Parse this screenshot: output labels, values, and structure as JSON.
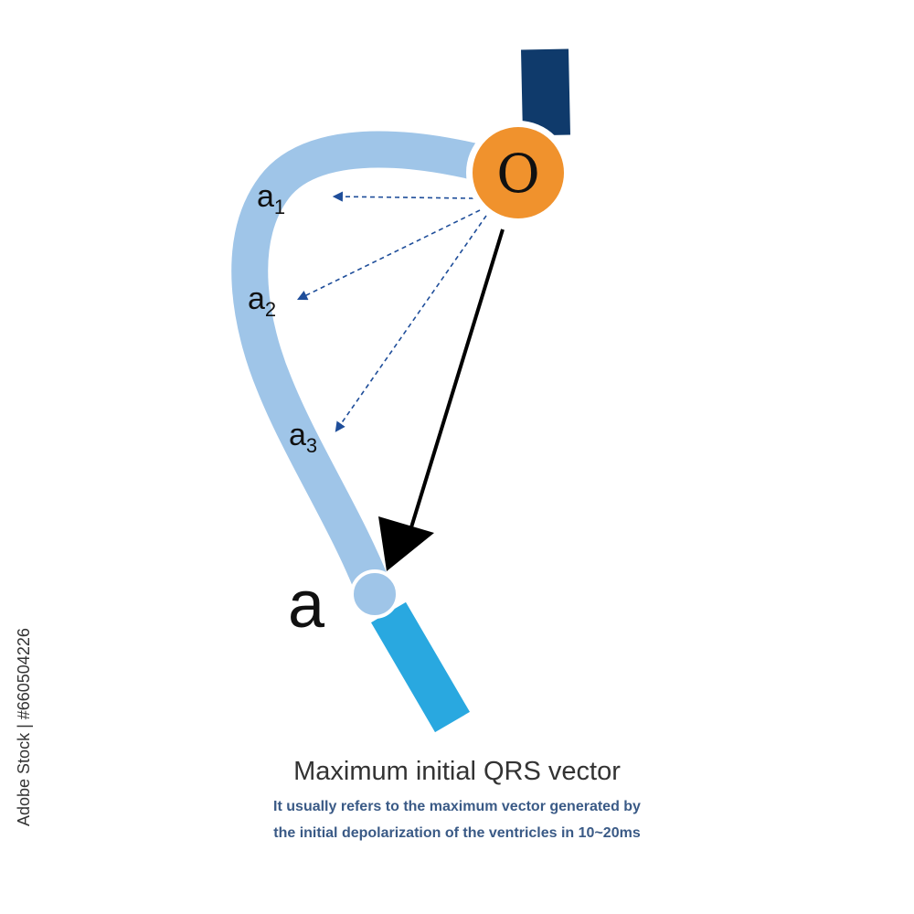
{
  "diagram": {
    "origin_label": "O",
    "points": [
      {
        "main": "a",
        "sub": "1"
      },
      {
        "main": "a",
        "sub": "2"
      },
      {
        "main": "a",
        "sub": "3"
      }
    ],
    "max_point_label": "a"
  },
  "caption": {
    "title": "Maximum initial QRS vector",
    "description_line1": "It usually refers to the maximum vector generated by",
    "description_line2": "the initial depolarization of the ventricles in 10~20ms"
  },
  "watermark": {
    "id_text": "Adobe Stock | #660504226"
  },
  "colors": {
    "loop_light_blue": "#9fc5e8",
    "loop_tail_blue": "#29a8e0",
    "entry_dark_blue": "#0f3a6b",
    "origin_orange": "#f0922d",
    "dashed_arrow_blue": "#1f4e9a",
    "main_arrow_black": "#000000",
    "caption_text_gray": "#333333",
    "caption_subtext_blue": "#3a5a86"
  },
  "icons": {
    "origin_marker": "orange-circle-with-letter",
    "point_marker": "light-blue-circle"
  }
}
